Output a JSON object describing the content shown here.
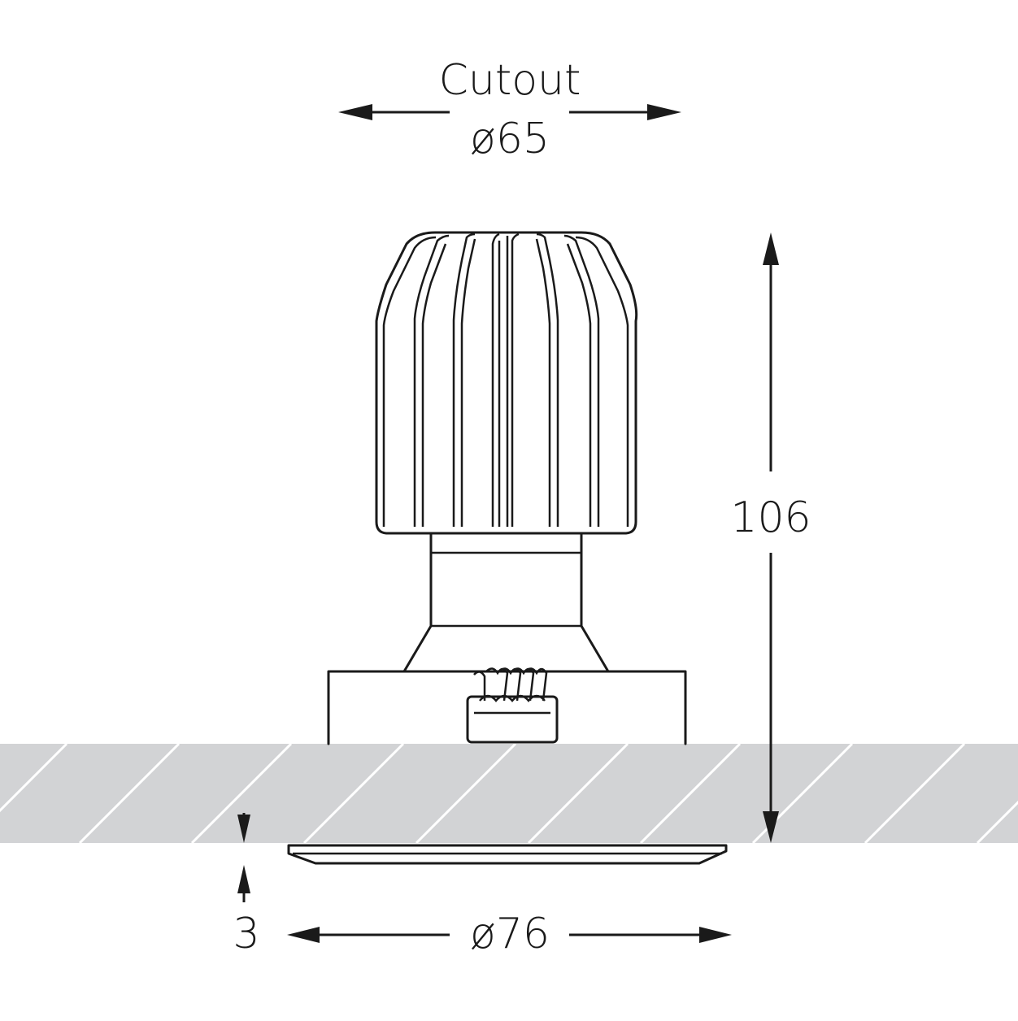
{
  "labels": {
    "cutout_title": "Cutout",
    "cutout_diameter": "ø65",
    "height": "106",
    "bezel_thickness": "3",
    "bezel_diameter": "ø76"
  },
  "colors": {
    "line": "#1a1a1a",
    "ceiling_fill": "#d2d3d5",
    "hatch": "#ffffff",
    "background": "#ffffff"
  }
}
